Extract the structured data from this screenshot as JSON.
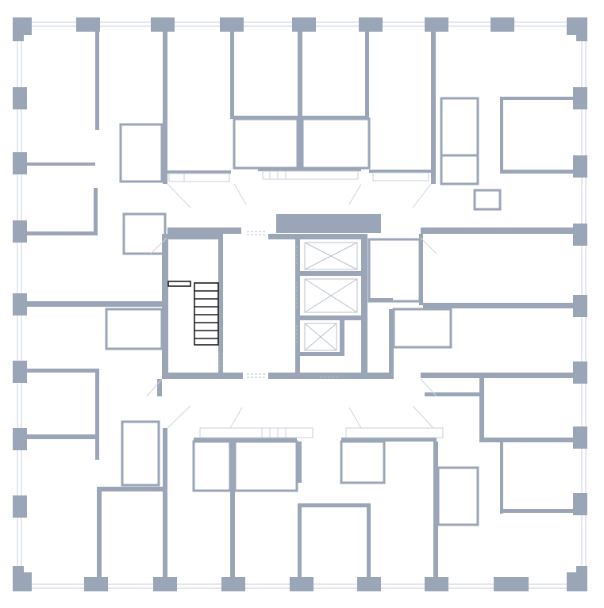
{
  "plan": {
    "kind": "floor-plan",
    "colors": {
      "wall": "#9aa6b7",
      "glazing": "#c9d1dc",
      "door_swing": "#cfd5de",
      "stair": "#1c1c1c",
      "background": "#ffffff"
    },
    "features": [
      "apartments",
      "central-core",
      "elevator-shafts",
      "staircase",
      "corridor"
    ]
  }
}
